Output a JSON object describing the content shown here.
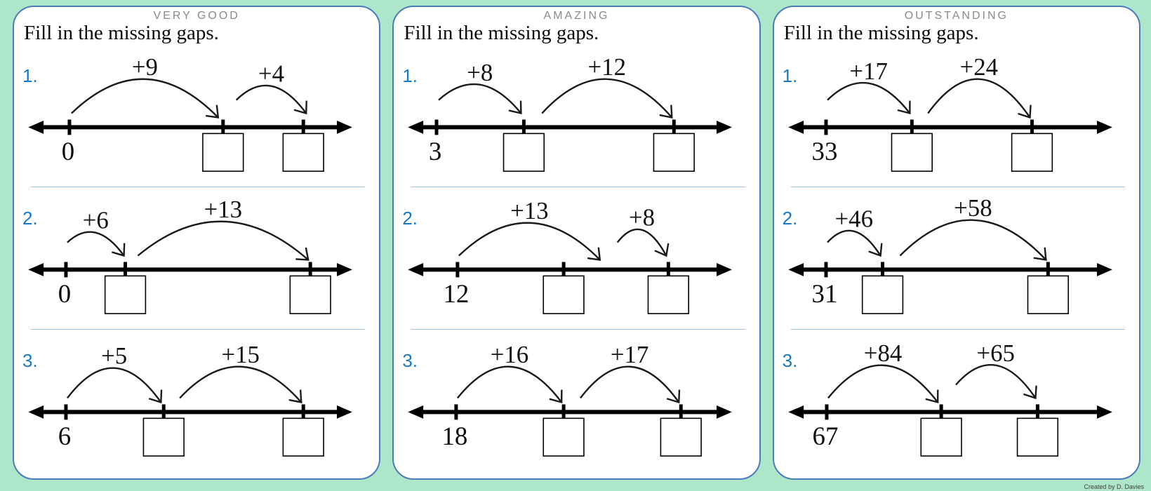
{
  "page": {
    "attribution": "Created by D. Davies",
    "background_color": "#aee6c9",
    "panel_border_color": "#4a7cba",
    "accent_blue": "#1778c4",
    "divider_color": "#9dc3e6",
    "header_gray": "#8a8a8a"
  },
  "panels": [
    {
      "header": "VERY GOOD",
      "title": "Fill in the missing gaps.",
      "problems": [
        {
          "number": "1.",
          "start": "0",
          "ticks": [
            67,
            287,
            402
          ],
          "jumps": [
            {
              "label": "+9",
              "from": 70,
              "to": 280,
              "peak": 46
            },
            {
              "label": "+4",
              "from": 306,
              "to": 406,
              "peak": 56
            }
          ]
        },
        {
          "number": "2.",
          "start": "0",
          "ticks": [
            62,
            147,
            412
          ],
          "jumps": [
            {
              "label": "+6",
              "from": 64,
              "to": 145,
              "peak": 62
            },
            {
              "label": "+13",
              "from": 165,
              "to": 409,
              "peak": 46
            }
          ]
        },
        {
          "number": "3.",
          "start": "6",
          "ticks": [
            62,
            202,
            402
          ],
          "jumps": [
            {
              "label": "+5",
              "from": 64,
              "to": 198,
              "peak": 52
            },
            {
              "label": "+15",
              "from": 225,
              "to": 399,
              "peak": 50
            }
          ]
        }
      ]
    },
    {
      "header": "AMAZING",
      "title": "Fill in the missing gaps.",
      "problems": [
        {
          "number": "1.",
          "start": "3",
          "ticks": [
            49,
            174,
            389
          ],
          "jumps": [
            {
              "label": "+8",
              "from": 52,
              "to": 170,
              "peak": 54
            },
            {
              "label": "+12",
              "from": 200,
              "to": 386,
              "peak": 46
            }
          ]
        },
        {
          "number": "2.",
          "start": "12",
          "ticks": [
            79,
            231,
            381
          ],
          "jumps": [
            {
              "label": "+13",
              "from": 81,
              "to": 283,
              "peak": 48
            },
            {
              "label": "+8",
              "from": 308,
              "to": 378,
              "peak": 58
            }
          ]
        },
        {
          "number": "3.",
          "start": "18",
          "ticks": [
            77,
            231,
            399
          ],
          "jumps": [
            {
              "label": "+16",
              "from": 79,
              "to": 228,
              "peak": 50
            },
            {
              "label": "+17",
              "from": 255,
              "to": 396,
              "peak": 50
            }
          ]
        }
      ]
    },
    {
      "header": "OUTSTANDING",
      "title": "Fill in the missing gaps.",
      "problems": [
        {
          "number": "1.",
          "start": "33",
          "ticks": [
            62,
            185,
            357
          ],
          "jumps": [
            {
              "label": "+17",
              "from": 64,
              "to": 182,
              "peak": 52
            },
            {
              "label": "+24",
              "from": 208,
              "to": 354,
              "peak": 46
            }
          ]
        },
        {
          "number": "2.",
          "start": "31",
          "ticks": [
            62,
            143,
            380
          ],
          "jumps": [
            {
              "label": "+46",
              "from": 64,
              "to": 140,
              "peak": 60
            },
            {
              "label": "+58",
              "from": 168,
              "to": 377,
              "peak": 44
            }
          ]
        },
        {
          "number": "3.",
          "start": "67",
          "ticks": [
            63,
            227,
            365
          ],
          "jumps": [
            {
              "label": "+84",
              "from": 65,
              "to": 222,
              "peak": 48
            },
            {
              "label": "+65",
              "from": 248,
              "to": 362,
              "peak": 48
            }
          ]
        }
      ]
    }
  ]
}
